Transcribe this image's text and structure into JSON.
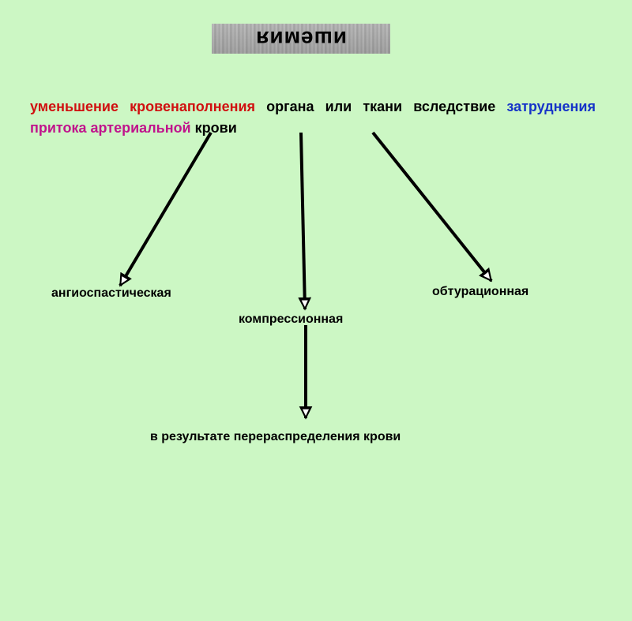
{
  "title": "ишемия",
  "definition": {
    "part_red": "уменьшение кровенаполнения",
    "part_black1": "органа или ткани вследствие",
    "part_blue": "затруднения",
    "part_magenta": "притока артериальной",
    "part_black2": "крови"
  },
  "types": {
    "angiospastic": "ангиоспастическая",
    "compression": "компрессионная",
    "obturation": "обтурационная",
    "redistribution": "в результате перераспределения крови"
  }
}
